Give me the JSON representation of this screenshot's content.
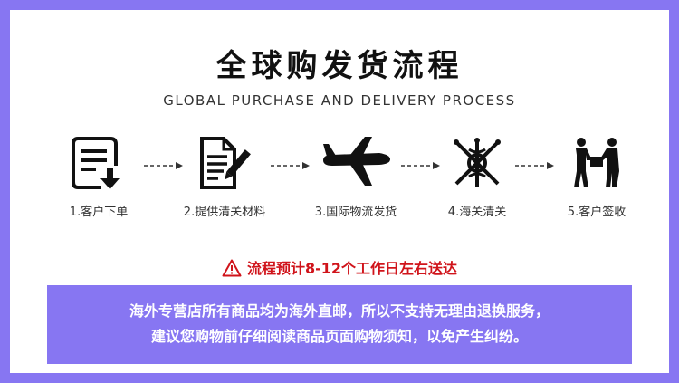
{
  "title": "全球购发货流程",
  "subtitle": "GLOBAL PURCHASE AND DELIVERY PROCESS",
  "steps": [
    {
      "label": "1.客户下单",
      "icon": "order-document-icon"
    },
    {
      "label": "2.提供清关材料",
      "icon": "document-pen-icon"
    },
    {
      "label": "3.国际物流发货",
      "icon": "airplane-icon"
    },
    {
      "label": "4.海关清关",
      "icon": "customs-emblem-icon"
    },
    {
      "label": "5.客户签收",
      "icon": "handover-icon"
    }
  ],
  "warning": {
    "text": "流程预计8-12个工作日左右送达",
    "icon": "warning-triangle-icon"
  },
  "notice": {
    "line1": "海外专营店所有商品均为海外直邮，所以不支持无理由退换服务，",
    "line2": "建议您购物前仔细阅读商品页面购物须知，以免产生纠纷。"
  },
  "colors": {
    "frame": "#8776f2",
    "notice_bg": "#8776f2",
    "warning": "#d0141b",
    "text": "#111111"
  }
}
